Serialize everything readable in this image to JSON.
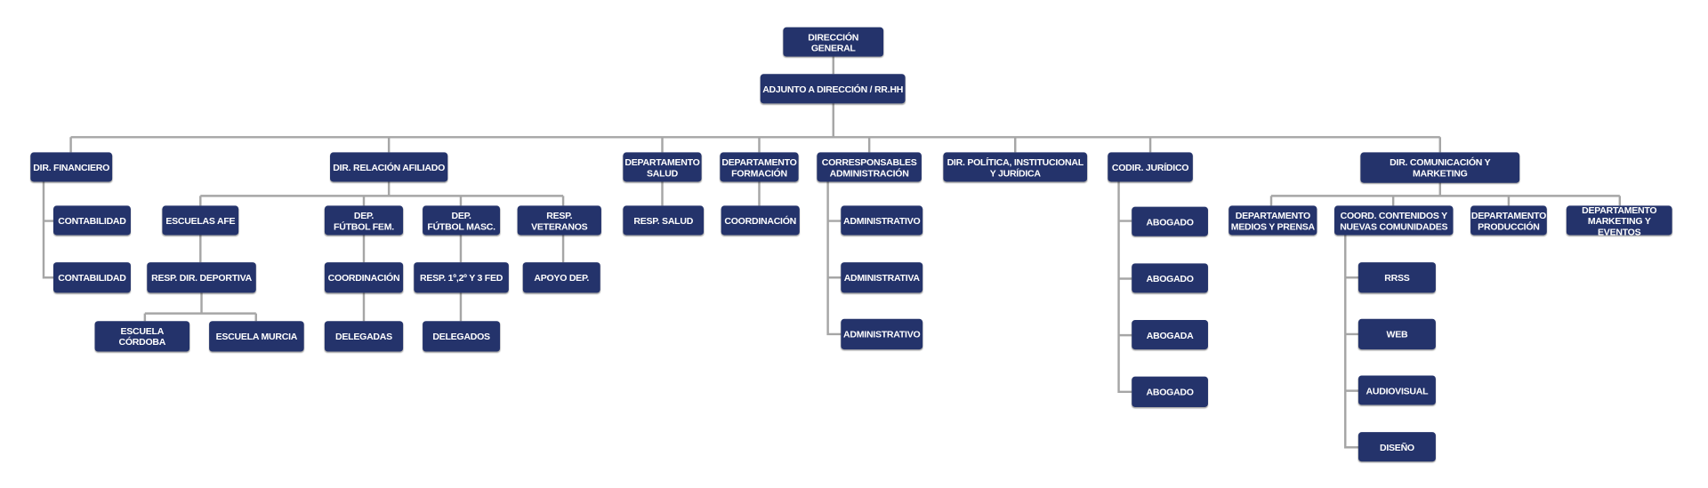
{
  "org_chart": {
    "direccion_general": "DIRECCIÓN GENERAL",
    "adjunto": "ADJUNTO A DIRECCIÓN / RR.HH",
    "financiero": {
      "title": "DIR. FINANCIERO",
      "children": [
        "CONTABILIDAD",
        "CONTABILIDAD"
      ]
    },
    "relacion_afiliado": {
      "title": "DIR. RELACIÓN AFILIADO",
      "escuelas": {
        "title": "ESCUELAS AFE",
        "resp": "RESP. DIR. DEPORTIVA",
        "children": [
          "ESCUELA CÓRDOBA",
          "ESCUELA MURCIA"
        ]
      },
      "futbol_fem": {
        "title": "DEP.\nFÚTBOL FEM.",
        "coord": "COORDINACIÓN",
        "sub": "DELEGADAS"
      },
      "futbol_masc": {
        "title": "DEP.\nFÚTBOL MASC.",
        "resp": "RESP. 1º,2º Y 3 FED",
        "sub": "DELEGADOS"
      },
      "veteranos": {
        "title": "RESP. VETERANOS",
        "sub": "APOYO DEP."
      }
    },
    "salud": {
      "title": "DEPARTAMENTO\nSALUD",
      "sub": "RESP. SALUD"
    },
    "formacion": {
      "title": "DEPARTAMENTO\nFORMACIÓN",
      "sub": "COORDINACIÓN"
    },
    "corresponsables": {
      "title": "CORRESPONSABLES\nADMINISTRACIÓN",
      "children": [
        "ADMINISTRATIVO",
        "ADMINISTRATIVA",
        "ADMINISTRATIVO"
      ]
    },
    "politica": {
      "title": "DIR. POLÍTICA, INSTITUCIONAL\nY JURÍDICA"
    },
    "juridico": {
      "title": "CODIR. JURÍDICO",
      "children": [
        "ABOGADO",
        "ABOGADO",
        "ABOGADA",
        "ABOGADO"
      ]
    },
    "comunicacion": {
      "title": "DIR. COMUNICACIÓN Y MARKETING",
      "medios": "DEPARTAMENTO\nMEDIOS Y PRENSA",
      "contenidos": {
        "title": "COORD. CONTENIDOS Y\nNUEVAS COMUNIDADES",
        "children": [
          "RRSS",
          "WEB",
          "AUDIOVISUAL",
          "DISEÑO"
        ]
      },
      "produccion": "DEPARTAMENTO\nPRODUCCIÓN",
      "marketing": "DEPARTAMENTO\nMARKETING Y EVENTOS"
    }
  },
  "colors": {
    "box": "#24336b",
    "connector": "#a6a6a6"
  }
}
